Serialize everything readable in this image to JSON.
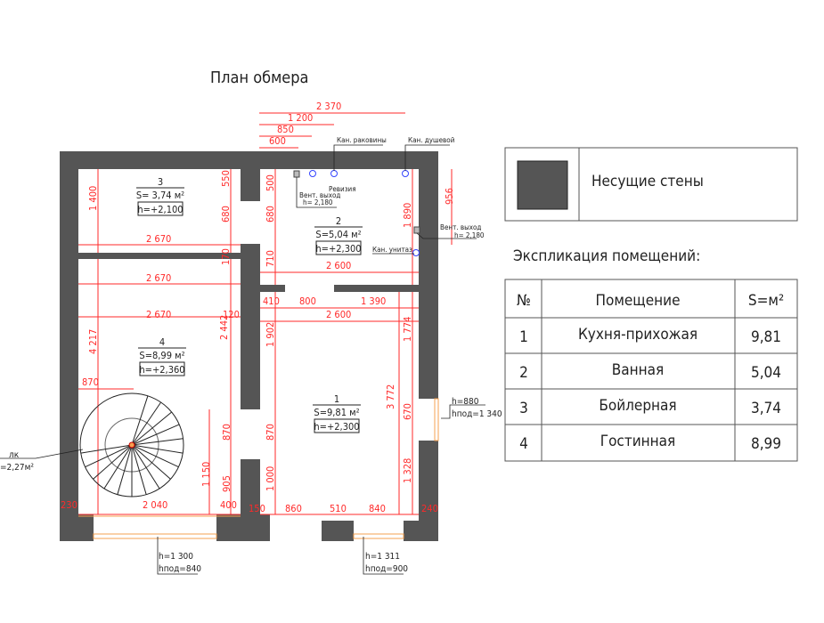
{
  "title": "План обмера",
  "legend": {
    "label": "Несущие стены",
    "wall_color": "#555555"
  },
  "explication": {
    "title": "Экспликация помещений:",
    "headers": [
      "№",
      "Помещение",
      "S=м²"
    ],
    "rows": [
      [
        "1",
        "Кухня-прихожая",
        "9,81"
      ],
      [
        "2",
        "Ванная",
        "5,04"
      ],
      [
        "3",
        "Бойлерная",
        "3,74"
      ],
      [
        "4",
        "Гостинная",
        "8,99"
      ]
    ]
  },
  "rooms": [
    {
      "num": "3",
      "area": "S= 3,74 м²",
      "height": "h=+2,100"
    },
    {
      "num": "2",
      "area": "S=5,04 м²",
      "height": "h=+2,300"
    },
    {
      "num": "4",
      "area": "S=8,99 м²",
      "height": "h=+2,360"
    },
    {
      "num": "1",
      "area": "S=9,81 м²",
      "height": "h=+2,300"
    }
  ],
  "dimensions": [
    "2 370",
    "1 200",
    "850",
    "600",
    "1 400",
    "550",
    "680",
    "2 670",
    "170",
    "500",
    "680",
    "710",
    "2 600",
    "1 890",
    "956",
    "2 670",
    "2 670",
    "120",
    "410",
    "800",
    "1 390",
    "2 600",
    "4 217",
    "2 442",
    "870",
    "870",
    "905",
    "1 150",
    "2 040",
    "230",
    "400",
    "150",
    "1 902",
    "870",
    "1 000",
    "3 772",
    "1 774",
    "670",
    "1 328",
    "860",
    "510",
    "840",
    "240"
  ],
  "annotations": [
    "Кан. раковины",
    "Кан. душевой",
    "Ревизия",
    "Вент. выход",
    "h= 2,180",
    "Вент. выход",
    "h= 2,180",
    "Кан. унитаз",
    "h=880",
    "hпод=1 340",
    "h=1 300",
    "hпод=840",
    "h=1 311",
    "hпод=900",
    "лк",
    "=2,27м²"
  ],
  "colors": {
    "dimension": "#ff2a2a",
    "wall": "#555555",
    "window": "#f5a050",
    "fixture": "#3344ff"
  }
}
